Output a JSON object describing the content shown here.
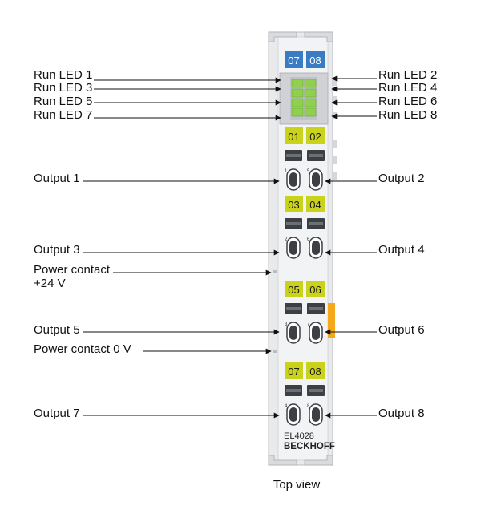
{
  "device": {
    "model": "EL4028",
    "brand": "BECKHOFF",
    "top_labels": [
      "07",
      "08"
    ]
  },
  "groups": [
    {
      "left_label": "01",
      "right_label": "02",
      "left_pin": "1",
      "right_pin": "5"
    },
    {
      "left_label": "03",
      "right_label": "04",
      "left_pin": "2",
      "right_pin": "6"
    },
    {
      "left_label": "05",
      "right_label": "06",
      "left_pin": "3",
      "right_pin": "7"
    },
    {
      "left_label": "07",
      "right_label": "08",
      "left_pin": "4",
      "right_pin": "8"
    }
  ],
  "labels_left": {
    "run_led_1": "Run LED 1",
    "run_led_3": "Run LED 3",
    "run_led_5": "Run LED 5",
    "run_led_7": "Run LED 7",
    "output_1": "Output 1",
    "output_3": "Output 3",
    "power_24v_line1": "Power contact",
    "power_24v_line2": "+24 V",
    "output_5": "Output 5",
    "power_0v": "Power contact 0 V",
    "output_7": "Output 7"
  },
  "labels_right": {
    "run_led_2": "Run LED 2",
    "run_led_4": "Run LED 4",
    "run_led_6": "Run LED 6",
    "run_led_8": "Run LED 8",
    "output_2": "Output 2",
    "output_4": "Output 4",
    "output_6": "Output 6",
    "output_8": "Output 8"
  },
  "caption": "Top view",
  "colors": {
    "housing": "#e9eaec",
    "housing_edge": "#b9bcc1",
    "label_blue": "#3a7cc4",
    "label_yellow": "#c9d31c",
    "led_green": "#8fd14f",
    "contact_orange": "#f5a81c",
    "dark": "#3c4044"
  }
}
